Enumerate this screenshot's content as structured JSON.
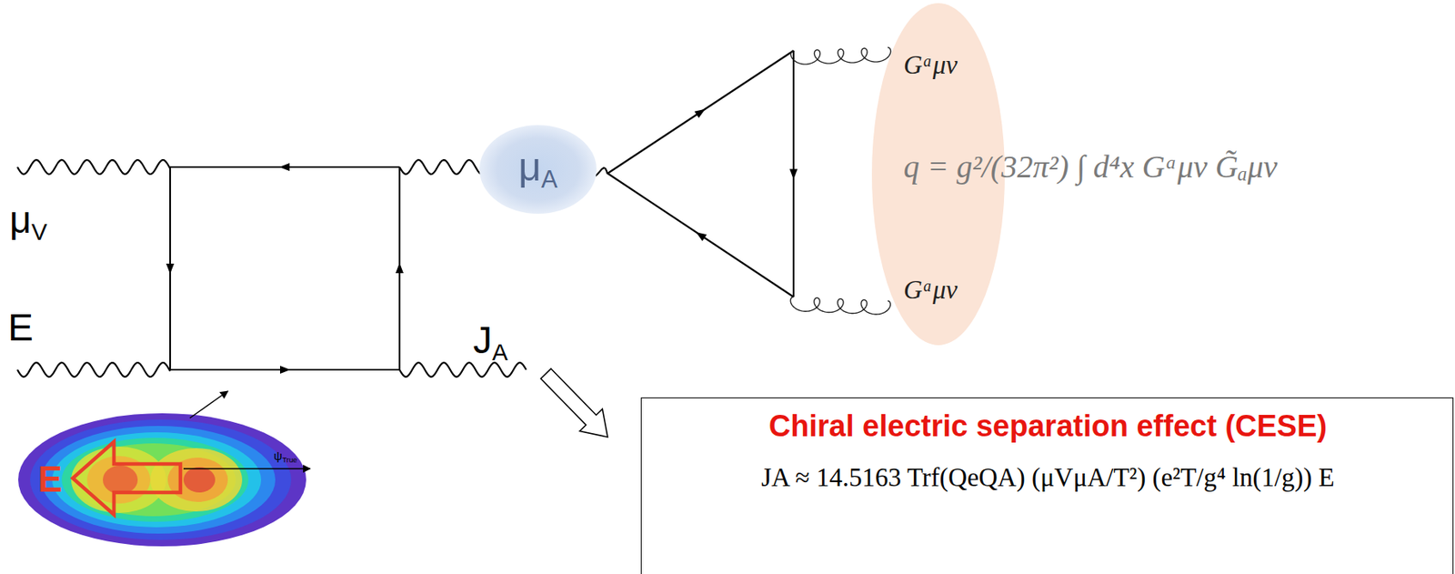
{
  "diagram": {
    "nodes": [
      {
        "text": [
          "μA"
        ]
      },
      {
        "text": [
          "Gᵃμν",
          "q = g²/(32π²) ∫ d⁴x Gᵃμν G̃ₐμν",
          "Gᵃμν"
        ]
      },
      {
        "text": [
          "Chiral electric separation effect (CESE)",
          "JA ≈ 14.5163 Trf(QeQA) (μVμA/T²) (e²T/g⁴ ln(1/g)) E"
        ]
      }
    ],
    "labels": [
      "μV",
      "E",
      "JA",
      "E",
      "ψTrue"
    ]
  }
}
